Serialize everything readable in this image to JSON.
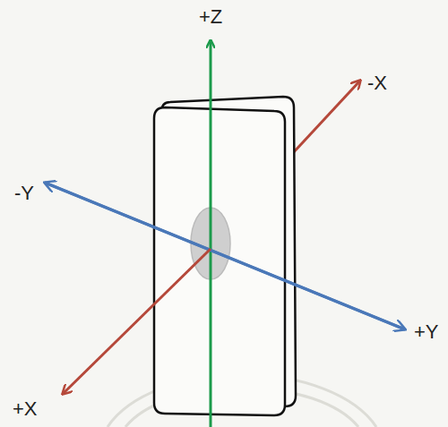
{
  "diagram": {
    "labels": [
      "+Z",
      "-X",
      "-Y",
      "+Y",
      "+X"
    ]
  }
}
